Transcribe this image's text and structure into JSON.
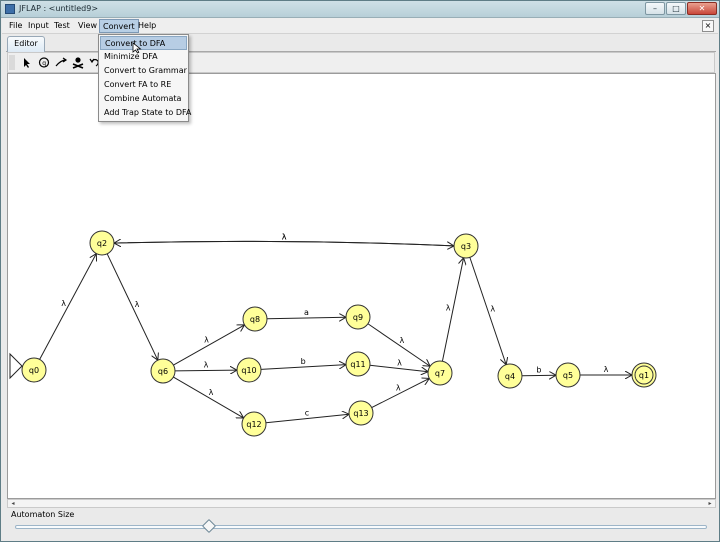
{
  "window": {
    "title": "JFLAP : <untitled9>",
    "buttons": [
      "–",
      "□",
      "✕"
    ]
  },
  "menubar": {
    "items": [
      "File",
      "Input",
      "Test",
      "View",
      "Convert",
      "Help"
    ],
    "active": "Convert",
    "doc_close": "×"
  },
  "tabs": [
    "Editor"
  ],
  "toolbar": {
    "tools": [
      "arrow-tool",
      "state-tool",
      "transition-tool",
      "delete-tool",
      "undo-tool"
    ]
  },
  "convert_menu": {
    "items": [
      "Convert to DFA",
      "Minimize DFA",
      "Convert to Grammar",
      "Convert FA to RE",
      "Combine Automata",
      "Add Trap State to DFA"
    ],
    "selected": "Convert to DFA"
  },
  "automaton": {
    "states": [
      "q0",
      "q1",
      "q2",
      "q3",
      "q4",
      "q5",
      "q6",
      "q7",
      "q8",
      "q9",
      "q10",
      "q11",
      "q12",
      "q13"
    ],
    "initial": "q0",
    "final": [
      "q1"
    ],
    "transitions": [
      {
        "from": "q0",
        "to": "q2",
        "label": "λ"
      },
      {
        "from": "q2",
        "to": "q3",
        "label": "λ"
      },
      {
        "from": "q3",
        "to": "q2",
        "label": "λ"
      },
      {
        "from": "q2",
        "to": "q6",
        "label": "λ"
      },
      {
        "from": "q6",
        "to": "q8",
        "label": "λ"
      },
      {
        "from": "q6",
        "to": "q10",
        "label": "λ"
      },
      {
        "from": "q6",
        "to": "q12",
        "label": "λ"
      },
      {
        "from": "q8",
        "to": "q9",
        "label": "a"
      },
      {
        "from": "q10",
        "to": "q11",
        "label": "b"
      },
      {
        "from": "q12",
        "to": "q13",
        "label": "c"
      },
      {
        "from": "q9",
        "to": "q7",
        "label": "λ"
      },
      {
        "from": "q11",
        "to": "q7",
        "label": "λ"
      },
      {
        "from": "q13",
        "to": "q7",
        "label": "λ"
      },
      {
        "from": "q7",
        "to": "q3",
        "label": "λ"
      },
      {
        "from": "q3",
        "to": "q4",
        "label": "λ"
      },
      {
        "from": "q4",
        "to": "q5",
        "label": "b"
      },
      {
        "from": "q5",
        "to": "q1",
        "label": "λ"
      }
    ]
  },
  "size_panel": {
    "label": "Automaton Size",
    "value": 0.28
  },
  "colors": {
    "state_fill": "#ffff99",
    "menu_highlight": "#b7cde4"
  }
}
